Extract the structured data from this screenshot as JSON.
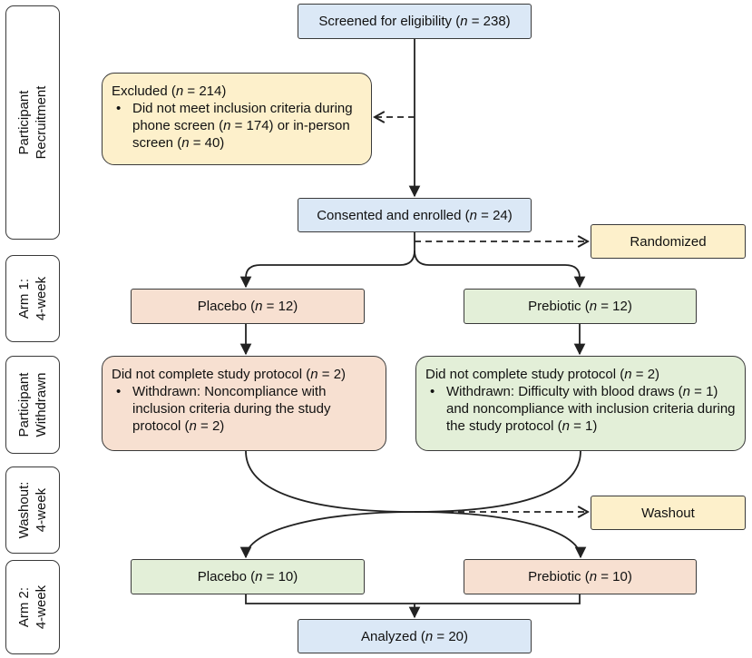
{
  "stages": [
    {
      "key": "recruitment",
      "lines": [
        "Participant",
        "Recruitment"
      ]
    },
    {
      "key": "arm1",
      "lines": [
        "Arm 1:",
        "4-week"
      ]
    },
    {
      "key": "withdrawn",
      "lines": [
        "Participant",
        "Withdrawn"
      ]
    },
    {
      "key": "washout",
      "lines": [
        "Washout:",
        "4-week"
      ]
    },
    {
      "key": "arm2",
      "lines": [
        "Arm 2:",
        "4-week"
      ]
    }
  ],
  "screened": {
    "text": "Screened for eligibility (",
    "n": "n",
    "value": " = 238)"
  },
  "excluded": {
    "title": "Excluded (",
    "n": "n",
    "title_value": " = 214)",
    "b1": "Did not meet inclusion criteria during phone screen (",
    "b2": " = 174) or in-person screen (",
    "b3": " = 40)"
  },
  "consented": {
    "text": "Consented and enrolled (",
    "n": "n",
    "value": " = 24)"
  },
  "randomized": "Randomized",
  "placebo1": {
    "text": "Placebo (",
    "n": "n",
    "value": " = 12)"
  },
  "prebiotic1": {
    "text": "Prebiotic (",
    "n": "n",
    "value": " = 12)"
  },
  "withdrawn_left": {
    "title": "Did not complete study protocol (",
    "n": "n",
    "title_value": " = 2)",
    "b1": "Withdrawn: Noncompliance with inclusion criteria during the study protocol (",
    "b2": " = 2)"
  },
  "withdrawn_right": {
    "title": "Did not complete study protocol (",
    "n": "n",
    "title_value": " = 2)",
    "b1": "Withdrawn: Difficulty with blood draws (",
    "b2": " = 1) and noncompliance with inclusion criteria during the study protocol (",
    "b3": " = 1)"
  },
  "washout": "Washout",
  "placebo2": {
    "text": "Placebo (",
    "n": "n",
    "value": " = 10)"
  },
  "prebiotic2": {
    "text": "Prebiotic (",
    "n": "n",
    "value": " = 10)"
  },
  "analyzed": {
    "text": "Analyzed (",
    "n": "n",
    "value": " = 20)"
  },
  "colors": {
    "blue": "#dbe8f6",
    "yellow": "#fdf0cb",
    "peach": "#f7e0d1",
    "green": "#e3efd8",
    "stroke": "#3a3a3a"
  }
}
